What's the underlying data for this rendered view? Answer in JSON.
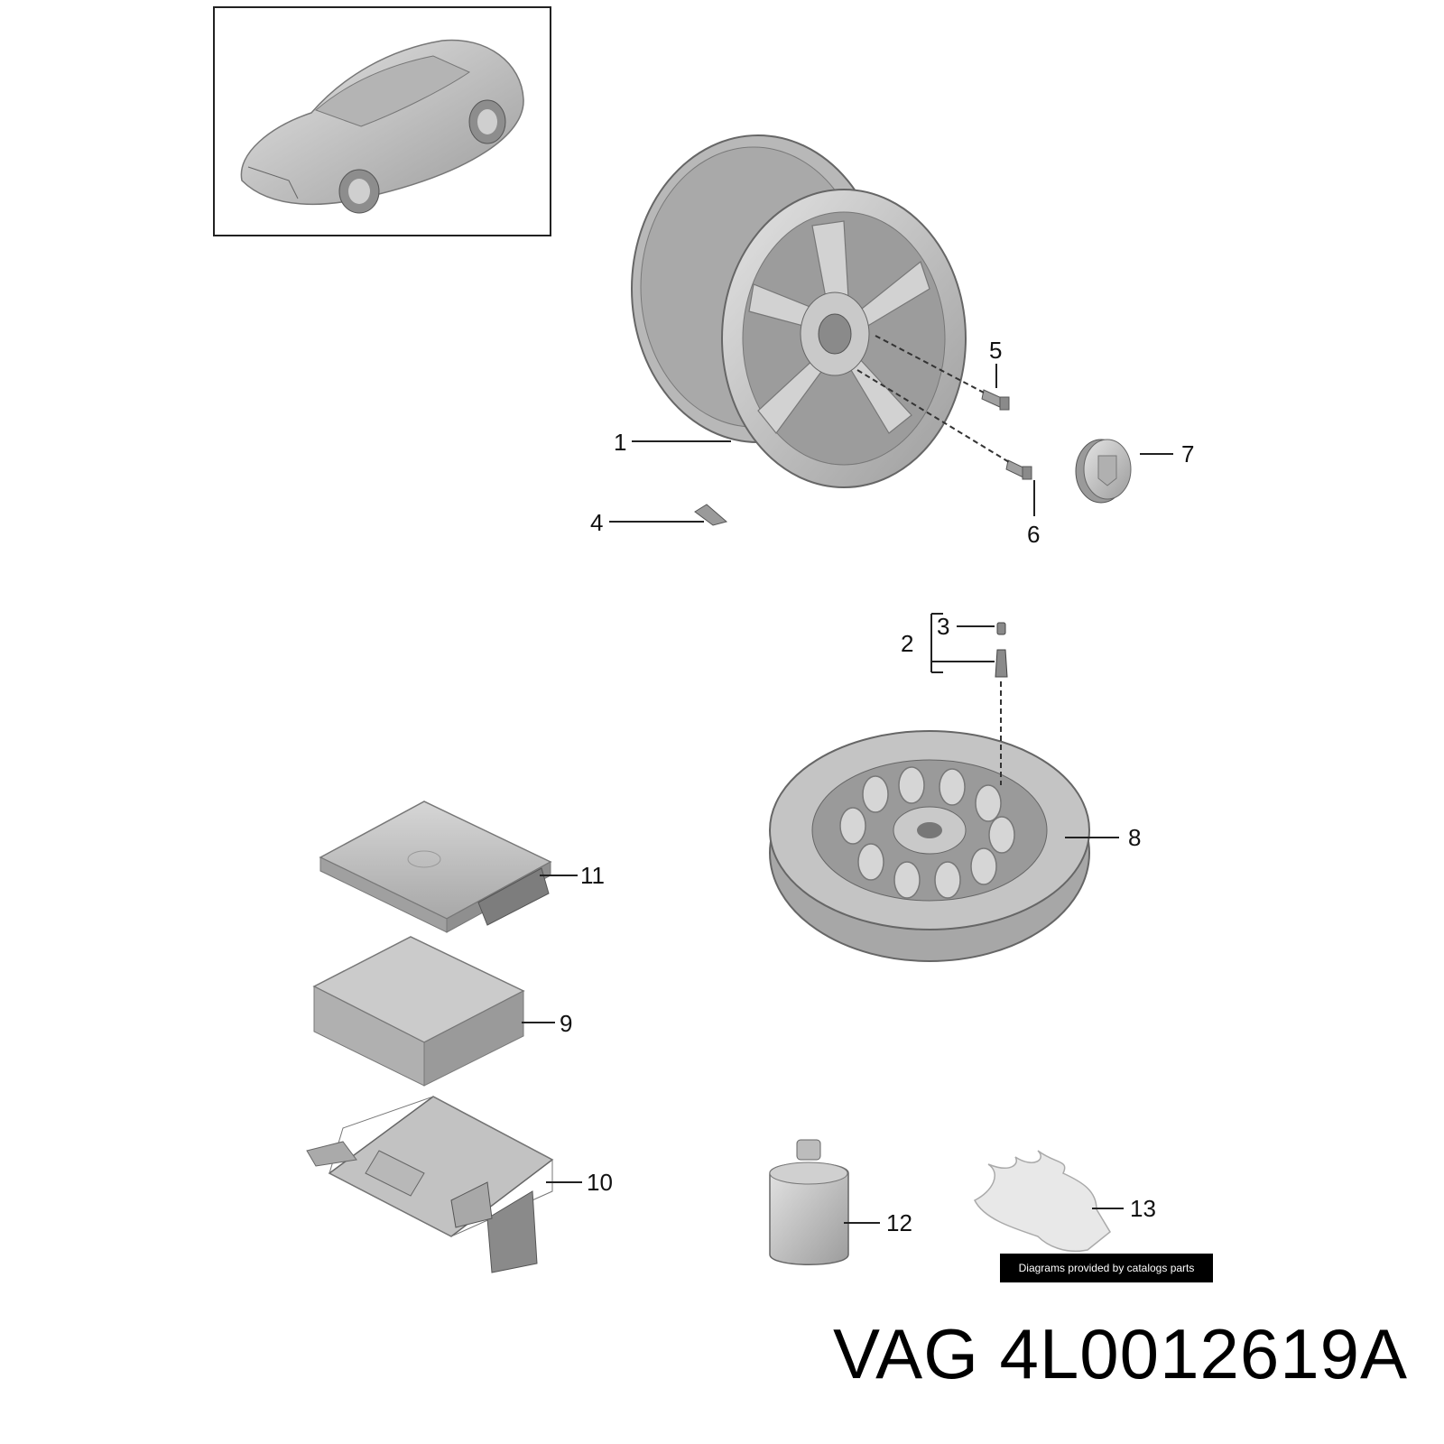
{
  "title": {
    "brand": "VAG",
    "part_number": "4L0012619A"
  },
  "credit": "Diagrams provided by catalogs parts",
  "callouts": {
    "c1": "1",
    "c2": "2",
    "c3": "3",
    "c4": "4",
    "c5": "5",
    "c6": "6",
    "c7": "7",
    "c8": "8",
    "c9": "9",
    "c10": "10",
    "c11": "11",
    "c12": "12",
    "c13": "13"
  },
  "colors": {
    "part_fill": "#c8c8c8",
    "part_dark": "#9a9a9a",
    "part_light": "#e2e2e2",
    "line": "#222222"
  }
}
